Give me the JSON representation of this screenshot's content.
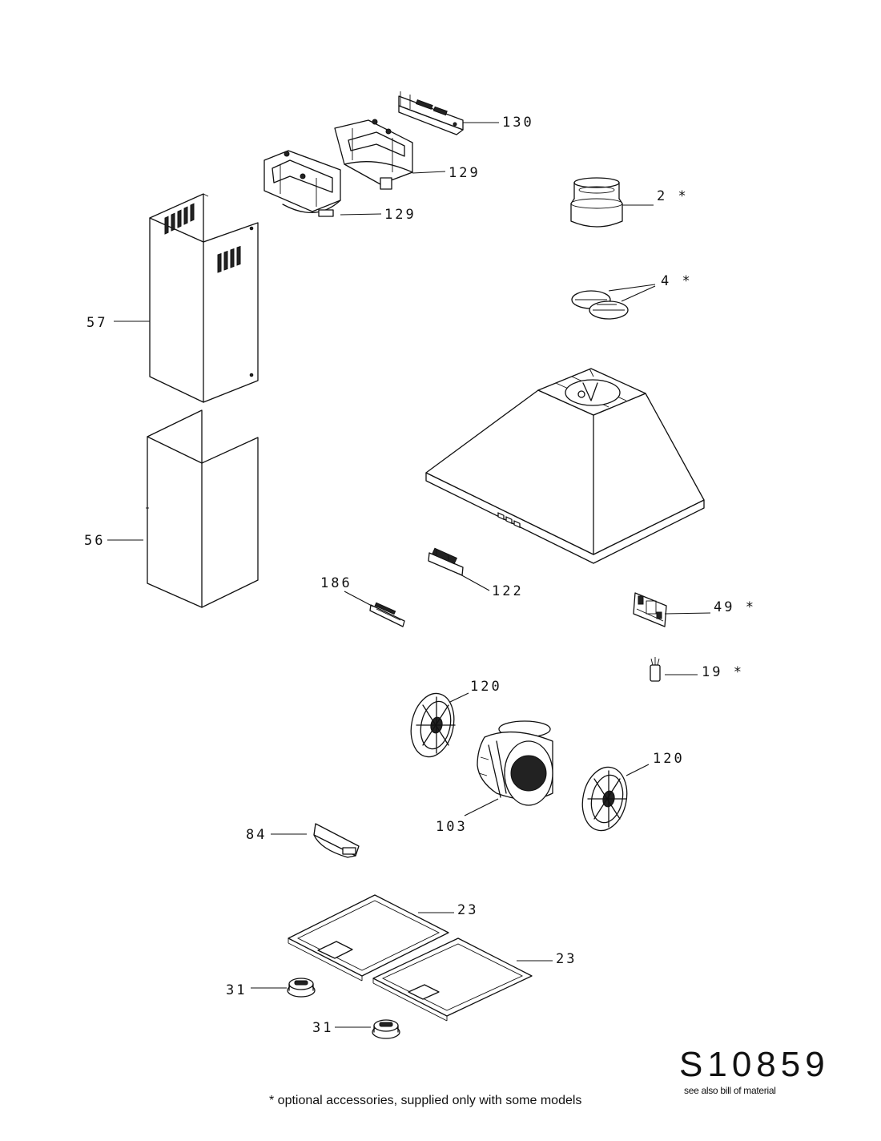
{
  "labels": {
    "l130": "130",
    "l129a": "129",
    "l129b": "129",
    "l2": "2 *",
    "l4": "4 *",
    "l57": "57",
    "l56": "56",
    "l186": "186",
    "l122": "122",
    "l49": "49 *",
    "l19": "19 *",
    "l120a": "120",
    "l120b": "120",
    "l103": "103",
    "l84": "84",
    "l23a": "23",
    "l23b": "23",
    "l31a": "31",
    "l31b": "31"
  },
  "drawing_code": "S10859",
  "see_also": "see also bill of material",
  "footnote": "* optional accessories, supplied only with some models"
}
